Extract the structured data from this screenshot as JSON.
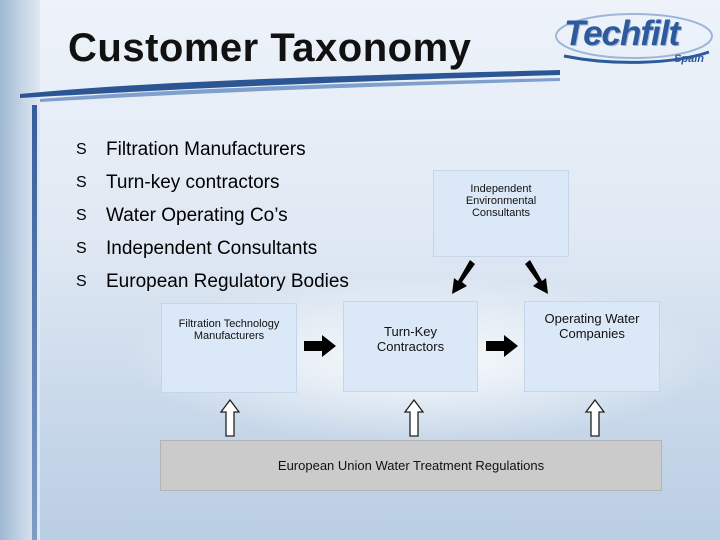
{
  "slide": {
    "title": "Customer Taxonomy",
    "logo": {
      "brand": "Techfilt",
      "region": "Spain"
    }
  },
  "bullets": [
    {
      "label": "Filtration Manufacturers"
    },
    {
      "label": "Turn-key contractors"
    },
    {
      "label": "Water Operating Co’s"
    },
    {
      "label": "Independent Consultants"
    },
    {
      "label": "European Regulatory Bodies"
    }
  ],
  "bullet_marker": "S",
  "diagram": {
    "consultants": [
      "Independent",
      "Environmental",
      "Consultants"
    ],
    "manufacturers": [
      "Filtration Technology",
      "Manufacturers"
    ],
    "turnkey": [
      "Turn-Key",
      "Contractors"
    ],
    "operating": [
      "Operating Water",
      "Companies"
    ],
    "regulation": "European Union Water Treatment Regulations"
  }
}
